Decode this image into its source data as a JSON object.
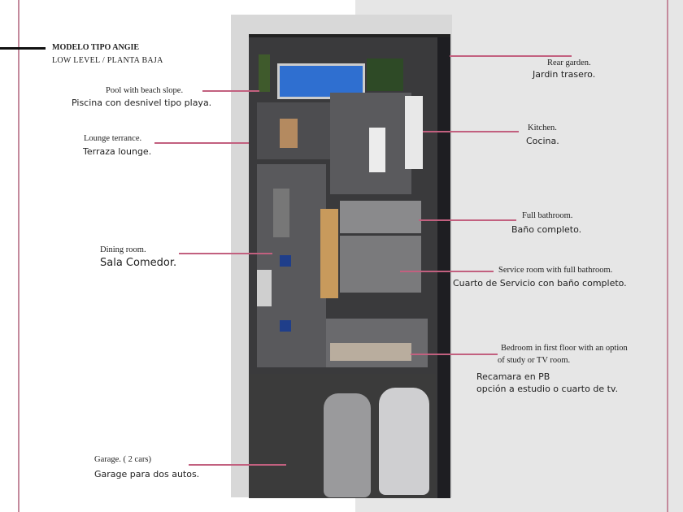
{
  "header": {
    "title": "MODELO TIPO ANGIE",
    "subtitle": "LOW LEVEL / PLANTA BAJA"
  },
  "labels": [
    {
      "en": "Pool with beach slope.",
      "es": "Piscina con desnivel tipo playa."
    },
    {
      "en": "Lounge terrance.",
      "es": "Terraza lounge."
    },
    {
      "en": "Dining room.",
      "es": "Sala Comedor."
    },
    {
      "en": "Garage. ( 2 cars)",
      "es": "Garage para dos autos."
    },
    {
      "en": "Rear garden.",
      "es": "Jardin trasero."
    },
    {
      "en": "Kitchen.",
      "es": "Cocina."
    },
    {
      "en": "Full bathroom.",
      "es": "Baño completo."
    },
    {
      "en": "Service room with full bathroom.",
      "es": "Cuarto de Servicio con baño completo."
    },
    {
      "en": "Bedroom in first floor with an option",
      "en2": "of study or TV room.",
      "es": "Recamara en PB",
      "es2": "opción a estudio o cuarto de tv."
    }
  ],
  "colors": {
    "accent": "#c2607f",
    "pool": "#2f6fd0"
  }
}
